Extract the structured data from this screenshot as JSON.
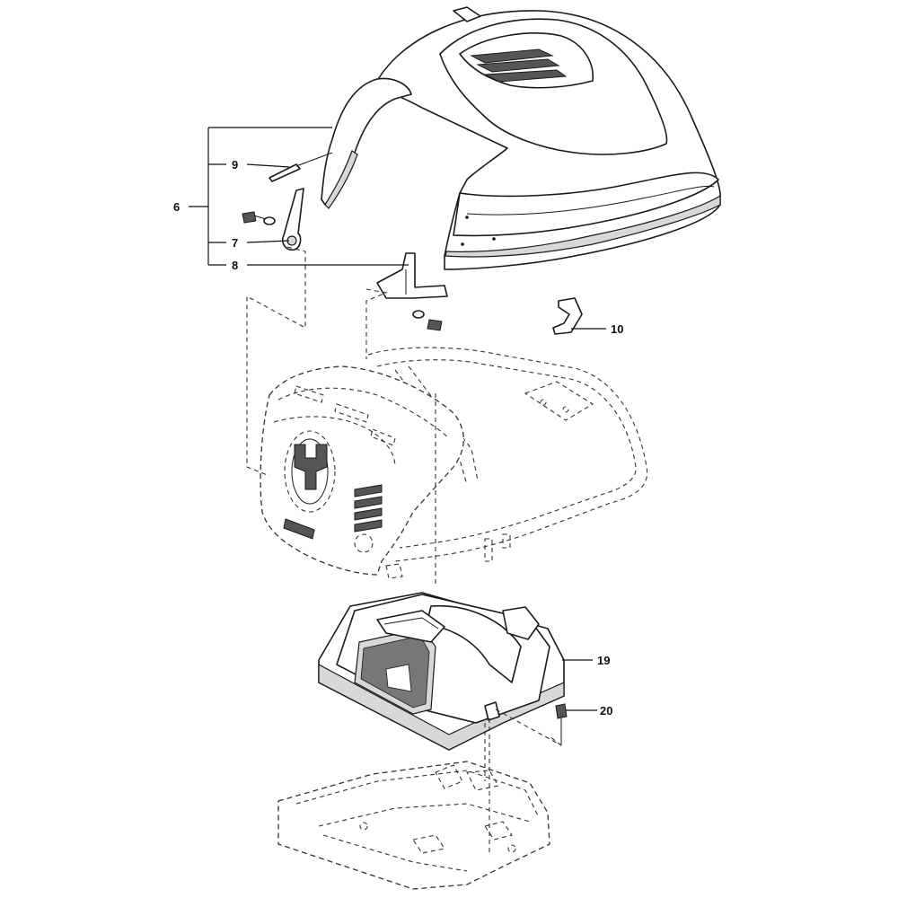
{
  "callouts": [
    {
      "id": "c6",
      "text": "6"
    },
    {
      "id": "c7",
      "text": "7"
    },
    {
      "id": "c8",
      "text": "8"
    },
    {
      "id": "c9",
      "text": "9"
    },
    {
      "id": "c10",
      "text": "10"
    },
    {
      "id": "c19",
      "text": "19"
    },
    {
      "id": "c20",
      "text": "20"
    }
  ]
}
